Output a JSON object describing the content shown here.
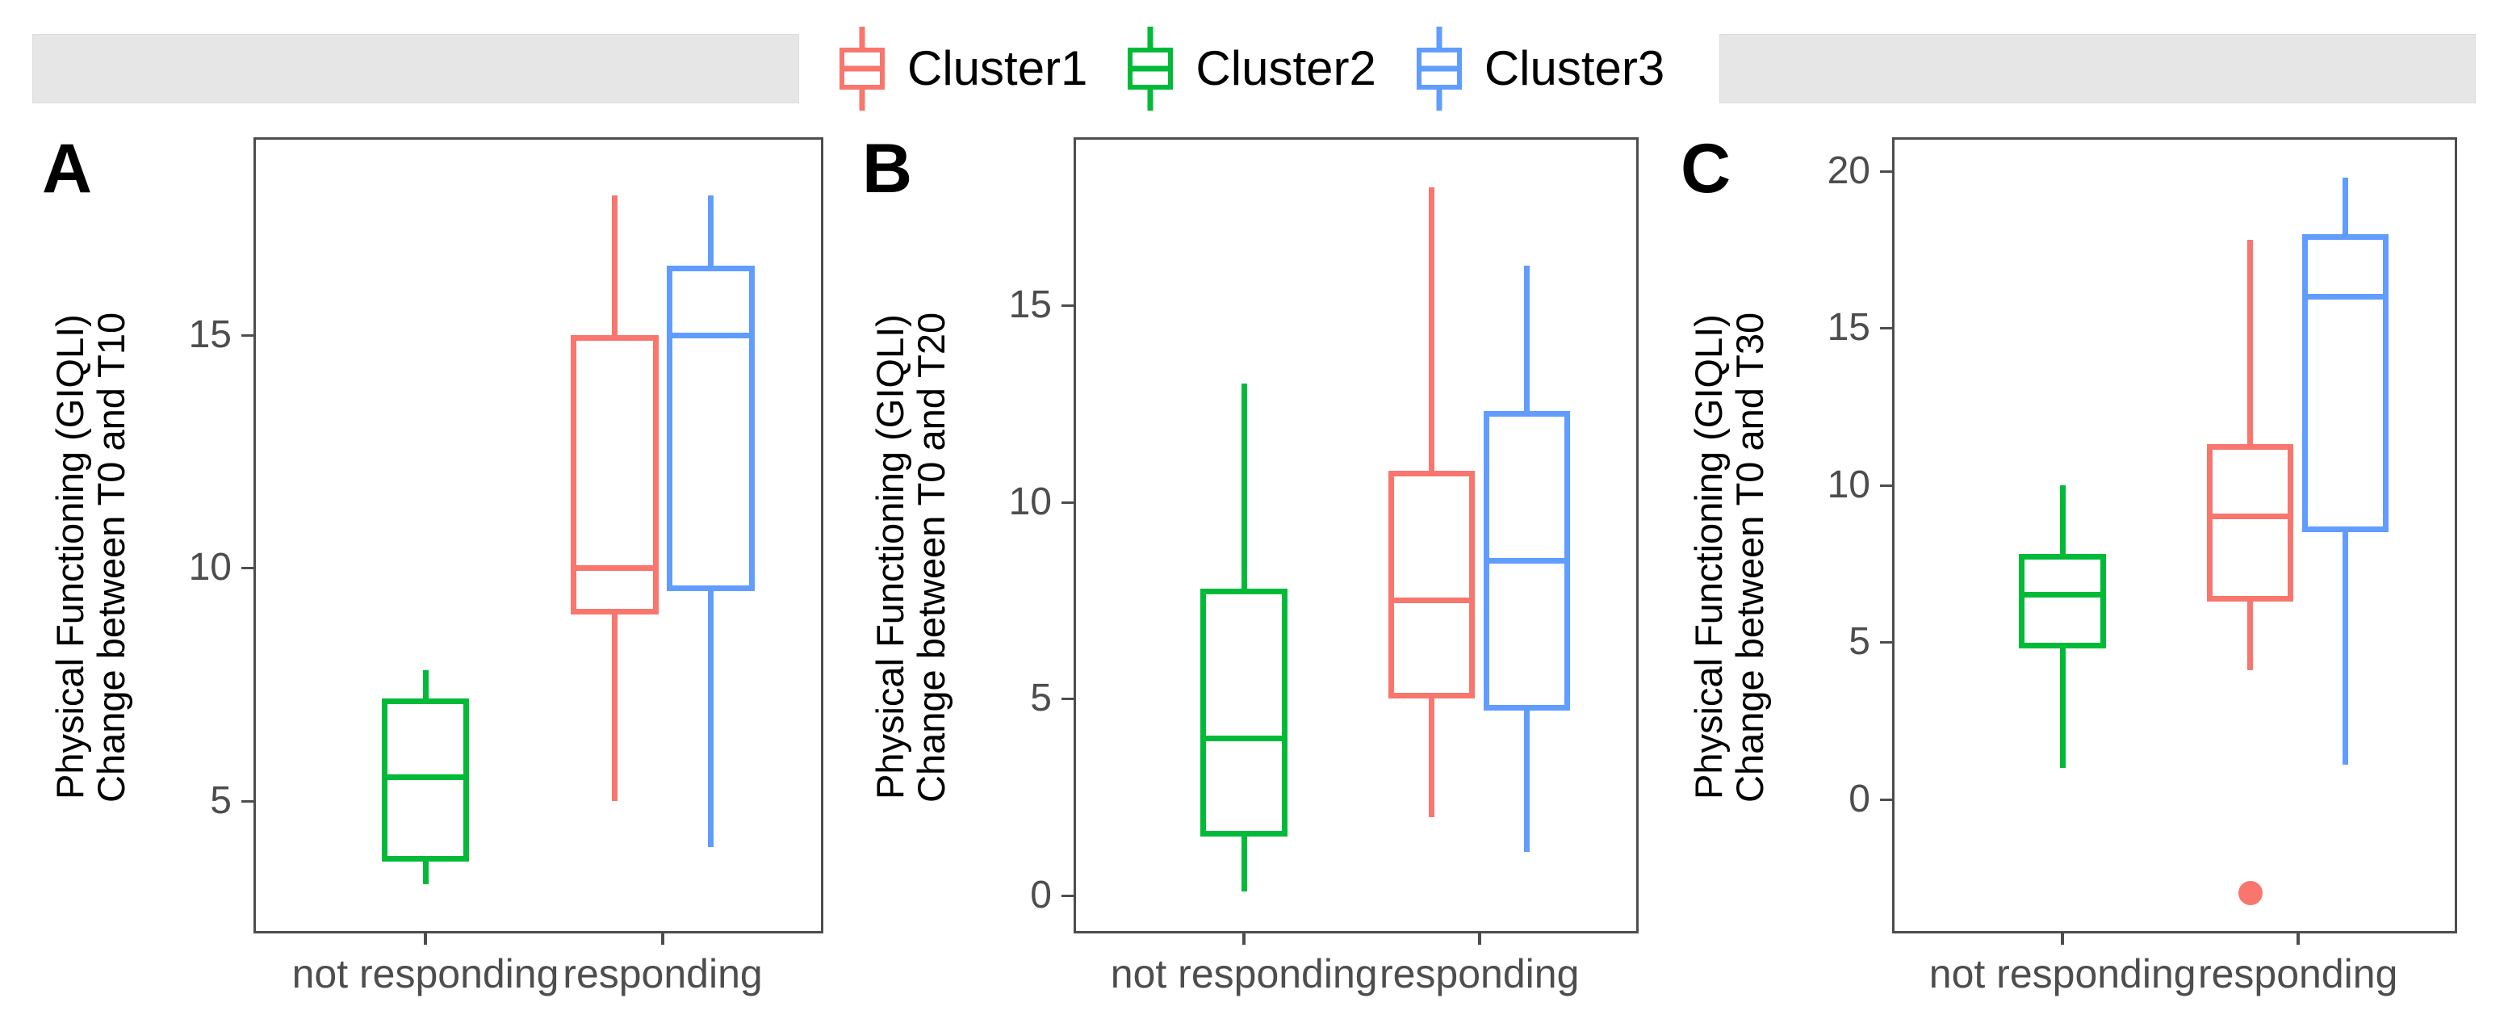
{
  "figure": {
    "background": "#ffffff",
    "panel_border_color": "#4d4d4d",
    "strip_color": "#e6e6e6"
  },
  "legend": {
    "position": "top-center",
    "entries": [
      {
        "label": "Cluster1",
        "color": "#f8766d",
        "key": "boxplot-key-icon"
      },
      {
        "label": "Cluster2",
        "color": "#00ba38",
        "key": "boxplot-key-icon"
      },
      {
        "label": "Cluster3",
        "color": "#619cff",
        "key": "boxplot-key-icon"
      }
    ]
  },
  "strips": [
    {
      "label": ""
    },
    {
      "label": ""
    }
  ],
  "panels": [
    {
      "letter": "A",
      "ylabel": "Physical Functioning (GIQLI)\nChange between T0 and T10",
      "yticks": [
        5,
        10,
        15
      ],
      "ylim": [
        2.2,
        19.2
      ],
      "xticks": [
        "not responding",
        "responding"
      ]
    },
    {
      "letter": "B",
      "ylabel": "Physical Functioning (GIQLI)\nChange between T0 and T20",
      "yticks": [
        0,
        5,
        10,
        15
      ],
      "ylim": [
        -0.9,
        19.2
      ],
      "xticks": [
        "not responding",
        "responding"
      ]
    },
    {
      "letter": "C",
      "ylabel": "Physical Functioning (GIQLI)\nChange between T0 and T30",
      "yticks": [
        0,
        5,
        10,
        15,
        20
      ],
      "ylim": [
        -4.2,
        21.0
      ],
      "xticks": [
        "not responding",
        "responding"
      ]
    }
  ],
  "chart_data": {
    "type": "box",
    "title": "",
    "xlabel": "",
    "legend_position": "top",
    "grid": false,
    "categories": [
      "not responding",
      "responding"
    ],
    "series_names": [
      "Cluster1",
      "Cluster2",
      "Cluster3"
    ],
    "series_colors": [
      "#f8766d",
      "#00ba38",
      "#619cff"
    ],
    "panels": [
      {
        "letter": "A",
        "ylabel": "Physical Functioning (GIQLI) Change between T0 and T10",
        "ylim": [
          2.2,
          19.2
        ],
        "yticks": [
          5,
          10,
          15
        ],
        "boxes": [
          {
            "cluster": "Cluster2",
            "category": "not responding",
            "color": "#00ba38",
            "min": 3.2,
            "q1": 3.7,
            "median": 5.5,
            "q3": 7.2,
            "max": 7.8,
            "outliers": []
          },
          {
            "cluster": "Cluster1",
            "category": "responding",
            "color": "#f8766d",
            "min": 5.0,
            "q1": 9.0,
            "median": 10.0,
            "q3": 15.0,
            "max": 18.0,
            "outliers": []
          },
          {
            "cluster": "Cluster3",
            "category": "responding",
            "color": "#619cff",
            "min": 4.0,
            "q1": 9.5,
            "median": 15.0,
            "q3": 16.5,
            "max": 18.0,
            "outliers": []
          }
        ]
      },
      {
        "letter": "B",
        "ylabel": "Physical Functioning (GIQLI) Change between T0 and T20",
        "ylim": [
          -0.9,
          19.2
        ],
        "yticks": [
          0,
          5,
          10,
          15
        ],
        "boxes": [
          {
            "cluster": "Cluster2",
            "category": "not responding",
            "color": "#00ba38",
            "min": 0.1,
            "q1": 1.5,
            "median": 4.0,
            "q3": 7.8,
            "max": 13.0,
            "outliers": []
          },
          {
            "cluster": "Cluster1",
            "category": "responding",
            "color": "#f8766d",
            "min": 2.0,
            "q1": 5.0,
            "median": 7.5,
            "q3": 10.8,
            "max": 18.0,
            "outliers": []
          },
          {
            "cluster": "Cluster3",
            "category": "responding",
            "color": "#619cff",
            "min": 1.1,
            "q1": 4.7,
            "median": 8.5,
            "q3": 12.3,
            "max": 16.0,
            "outliers": []
          }
        ]
      },
      {
        "letter": "C",
        "ylabel": "Physical Functioning (GIQLI) Change between T0 and T30",
        "ylim": [
          -4.2,
          21.0
        ],
        "yticks": [
          0,
          5,
          10,
          15,
          20
        ],
        "boxes": [
          {
            "cluster": "Cluster2",
            "category": "not responding",
            "color": "#00ba38",
            "min": 1.0,
            "q1": 4.8,
            "median": 6.5,
            "q3": 7.8,
            "max": 10.0,
            "outliers": []
          },
          {
            "cluster": "Cluster1",
            "category": "responding",
            "color": "#f8766d",
            "min": 4.1,
            "q1": 6.3,
            "median": 9.0,
            "q3": 11.3,
            "max": 17.8,
            "outliers": [
              -3.0
            ]
          },
          {
            "cluster": "Cluster3",
            "category": "responding",
            "color": "#619cff",
            "min": 1.1,
            "q1": 8.5,
            "median": 16.0,
            "q3": 18.0,
            "max": 19.8,
            "outliers": []
          }
        ]
      }
    ]
  }
}
